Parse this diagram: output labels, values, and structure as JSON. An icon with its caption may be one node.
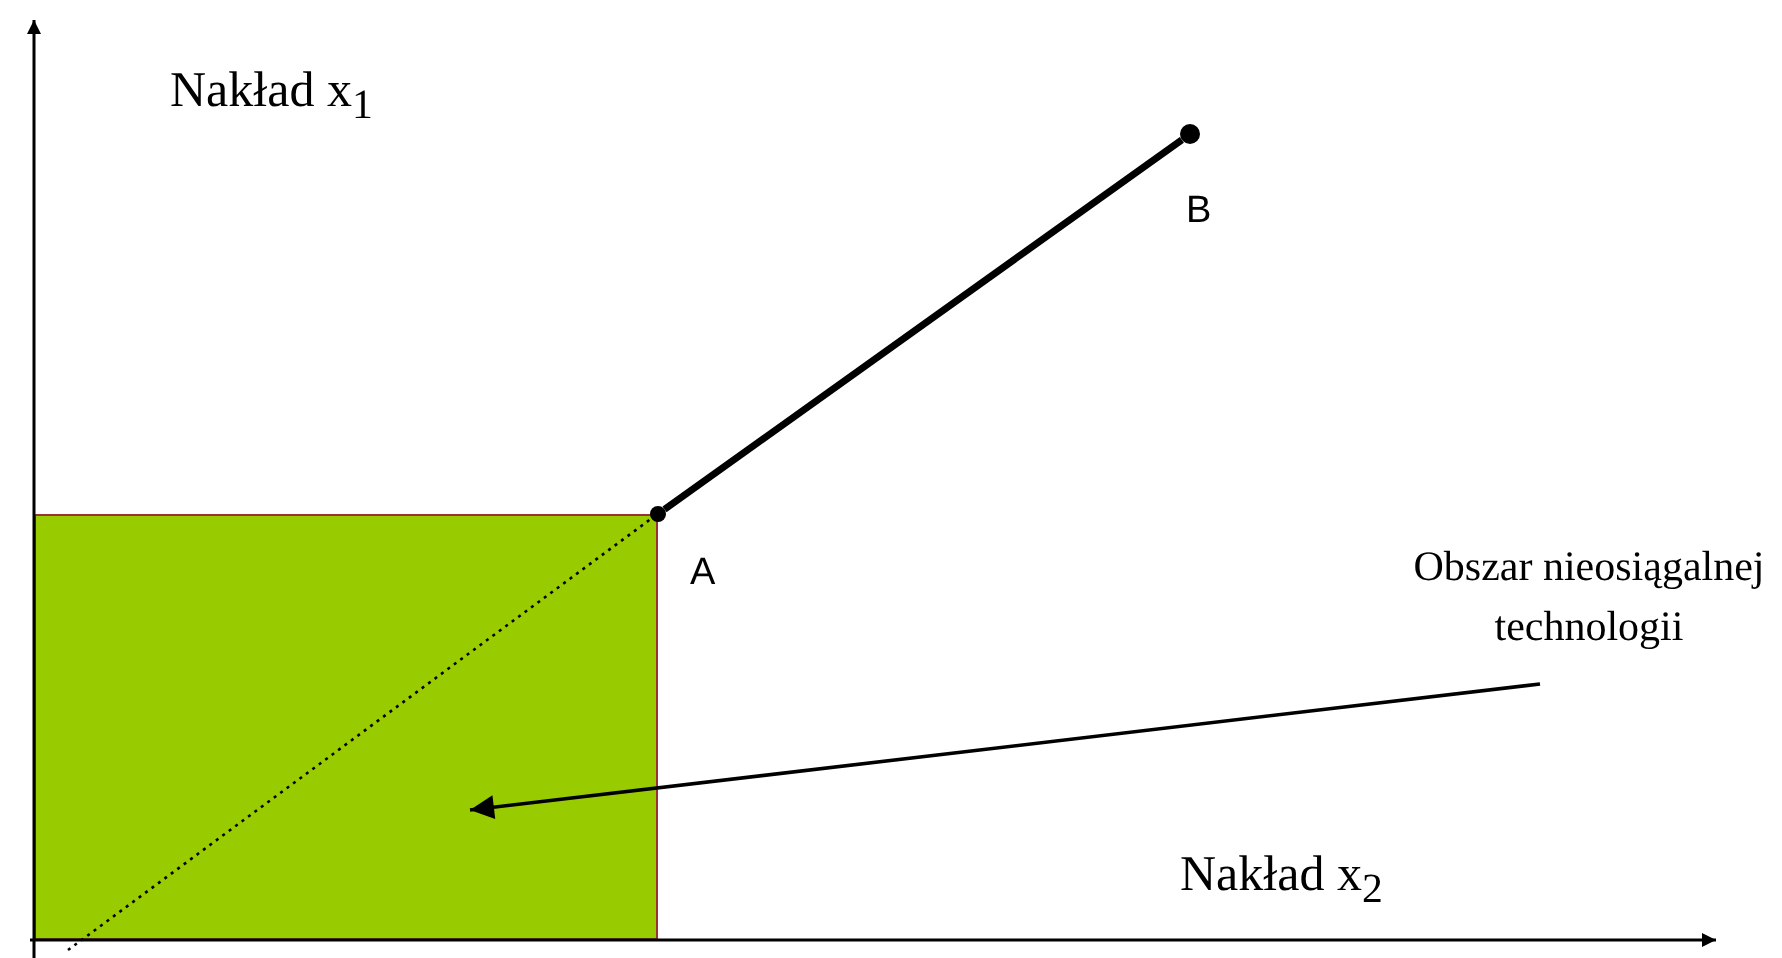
{
  "diagram": {
    "nodes": [
      {
        "text": [],
        "shape": "box"
      },
      {
        "text": [
          "Obszar nieosiągalnej technologii"
        ]
      },
      {
        "text": [],
        "shape": "circle",
        "beside": [
          "A"
        ]
      },
      {
        "text": [],
        "shape": "circle",
        "beside": [
          "B"
        ]
      }
    ],
    "edges": [
      {
        "from": 1,
        "to": 0,
        "arrow": "to"
      },
      {
        "from": 2,
        "to": 3,
        "arrow": "none",
        "style": "thick"
      },
      {
        "from": 0,
        "to": 2,
        "arrow": "none",
        "style": "dashed"
      }
    ],
    "labels": [
      "Nakład x$_{1}$",
      "Nakład x$_{2}$"
    ]
  }
}
